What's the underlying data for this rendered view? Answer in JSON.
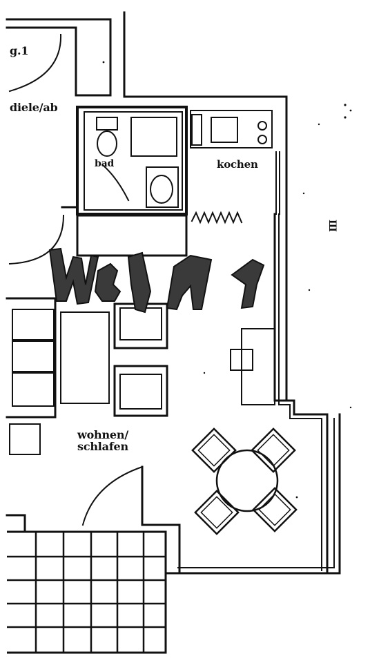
{
  "rooms": {
    "room_g1": "g.1",
    "diele": "diele/ab",
    "bad": "bad",
    "kuechen": "kochen",
    "wohnen": "wohnen/\nschlafen"
  },
  "side_mark": "Ш",
  "colors": {
    "ink": "#111111",
    "paper": "#ffffff",
    "scribble": "#3a3a3a"
  }
}
